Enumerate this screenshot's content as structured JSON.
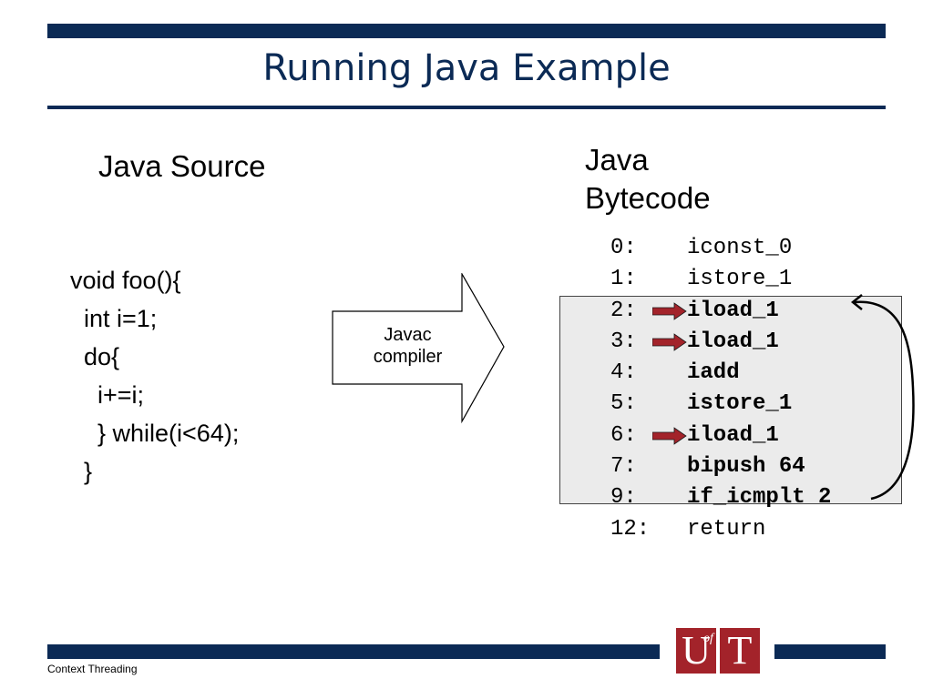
{
  "slide": {
    "title": "Running Java Example",
    "source_heading": "Java Source",
    "bytecode_heading": "Java Bytecode",
    "footer": "Context Threading",
    "logo_letters": {
      "u": "U",
      "of": "of",
      "t": "T"
    },
    "colors": {
      "navy": "#0b2a55",
      "maroon": "#a3232a",
      "loop_box": "#ebebeb"
    }
  },
  "source_code": [
    "void foo(){",
    "  int i=1;",
    "  do{",
    "    i+=i;",
    "    } while(i<64);",
    "  }"
  ],
  "compiler_label": "Javac compiler",
  "bytecode": [
    {
      "offset": "0:",
      "instr": "iconst_0",
      "bold": false,
      "pointer": false
    },
    {
      "offset": "1:",
      "instr": "istore_1",
      "bold": false,
      "pointer": false
    },
    {
      "offset": "2:",
      "instr": "iload_1",
      "bold": true,
      "pointer": true
    },
    {
      "offset": "3:",
      "instr": "iload_1",
      "bold": true,
      "pointer": true
    },
    {
      "offset": "4:",
      "instr": "iadd",
      "bold": true,
      "pointer": false
    },
    {
      "offset": "5:",
      "instr": "istore_1",
      "bold": true,
      "pointer": false
    },
    {
      "offset": "6:",
      "instr": "iload_1",
      "bold": true,
      "pointer": true
    },
    {
      "offset": "7:",
      "instr": "bipush 64",
      "bold": true,
      "pointer": false
    },
    {
      "offset": "9:",
      "instr": "if_icmplt 2",
      "bold": true,
      "pointer": false
    },
    {
      "offset": "12:",
      "instr": "return",
      "bold": false,
      "pointer": false
    }
  ]
}
